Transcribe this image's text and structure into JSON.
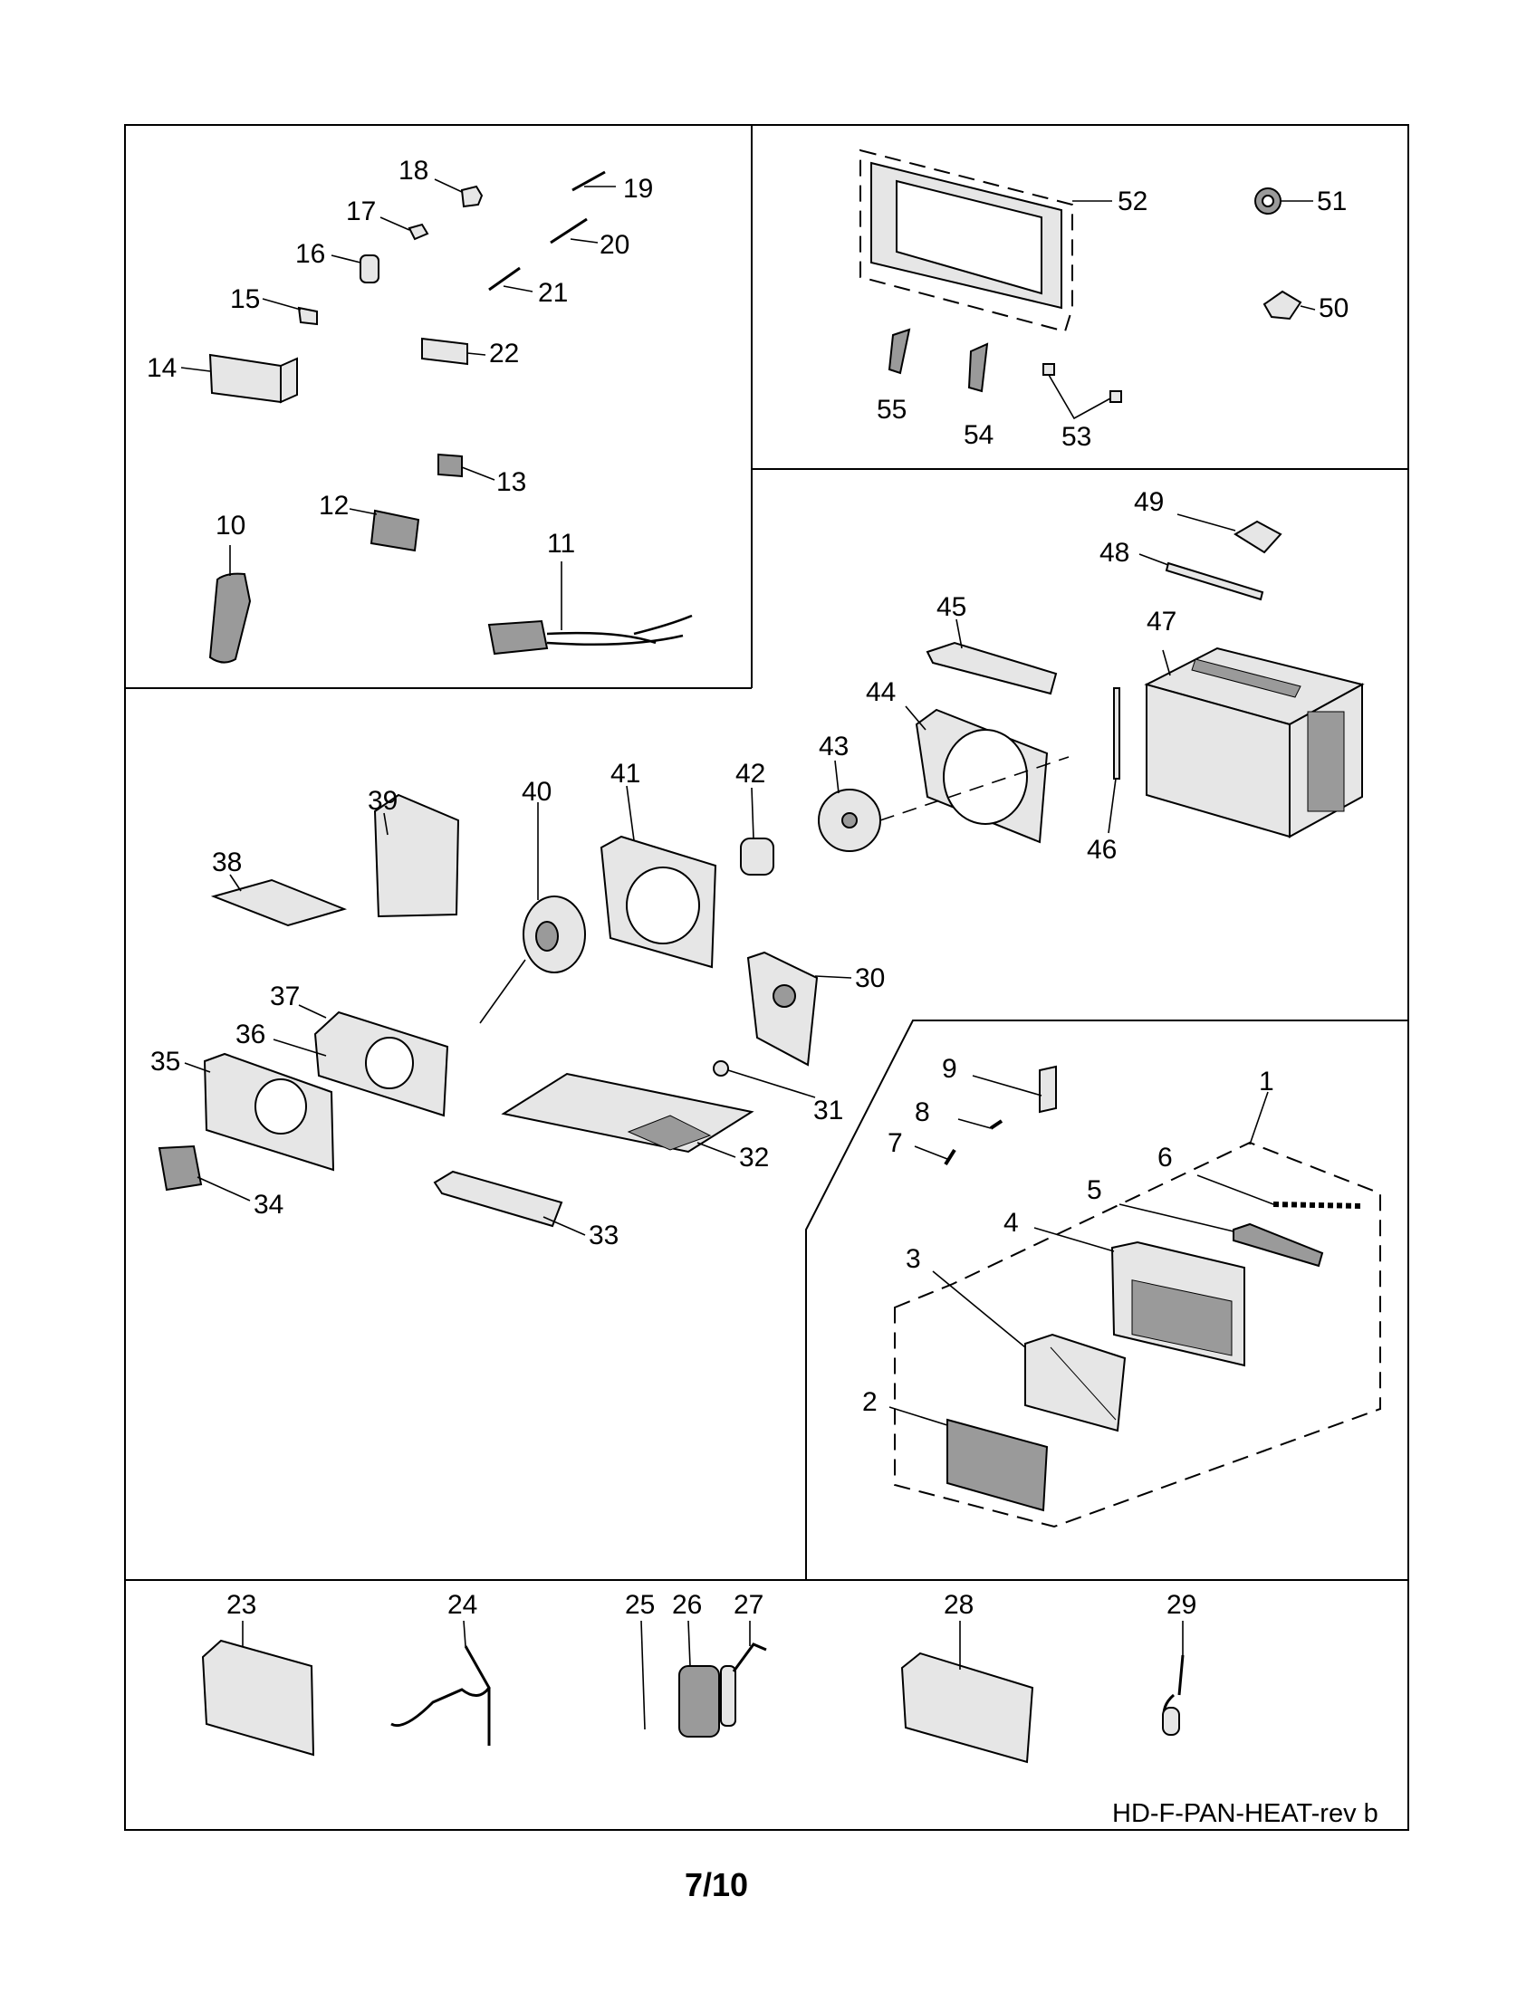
{
  "diagram": {
    "drawing_code": "HD-F-PAN-HEAT-rev b",
    "page_number": "7/10",
    "callouts": [
      "1",
      "2",
      "3",
      "4",
      "5",
      "6",
      "7",
      "8",
      "9",
      "10",
      "11",
      "12",
      "13",
      "14",
      "15",
      "16",
      "17",
      "18",
      "19",
      "20",
      "21",
      "22",
      "23",
      "24",
      "25",
      "26",
      "27",
      "28",
      "29",
      "30",
      "31",
      "32",
      "33",
      "34",
      "35",
      "36",
      "37",
      "38",
      "39",
      "40",
      "41",
      "42",
      "43",
      "44",
      "45",
      "46",
      "47",
      "48",
      "49",
      "50",
      "51",
      "52",
      "53",
      "54",
      "55"
    ]
  }
}
